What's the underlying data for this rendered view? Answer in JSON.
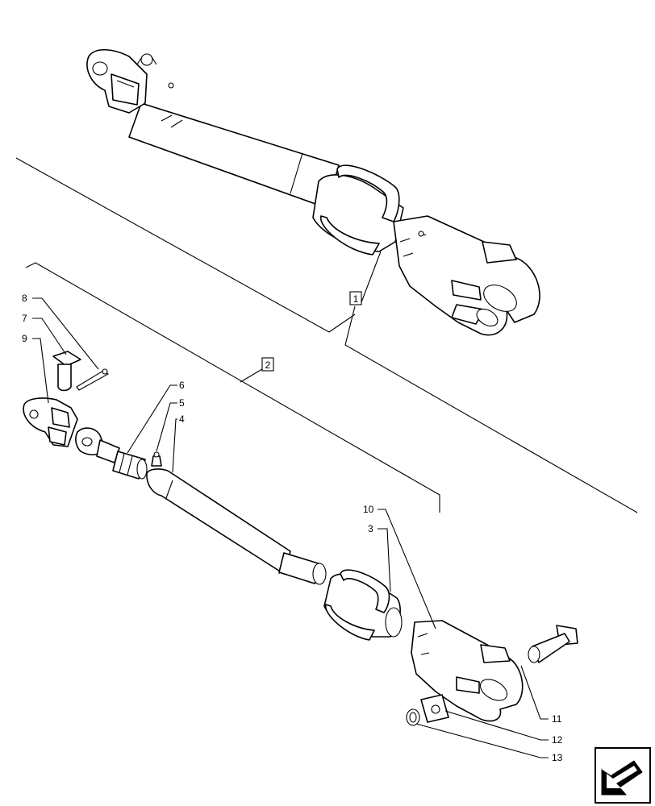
{
  "callouts": [
    {
      "id": "1",
      "text": "1",
      "boxed": true
    },
    {
      "id": "2",
      "text": "2",
      "boxed": true
    },
    {
      "id": "3",
      "text": "3"
    },
    {
      "id": "4",
      "text": "4"
    },
    {
      "id": "5",
      "text": "5"
    },
    {
      "id": "6",
      "text": "6"
    },
    {
      "id": "7",
      "text": "7"
    },
    {
      "id": "8",
      "text": "8"
    },
    {
      "id": "9",
      "text": "9"
    },
    {
      "id": "10",
      "text": "10"
    },
    {
      "id": "11",
      "text": "11"
    },
    {
      "id": "12",
      "text": "12"
    },
    {
      "id": "13",
      "text": "13"
    }
  ],
  "icons": {
    "nav": "previous-page-arrow-icon"
  }
}
